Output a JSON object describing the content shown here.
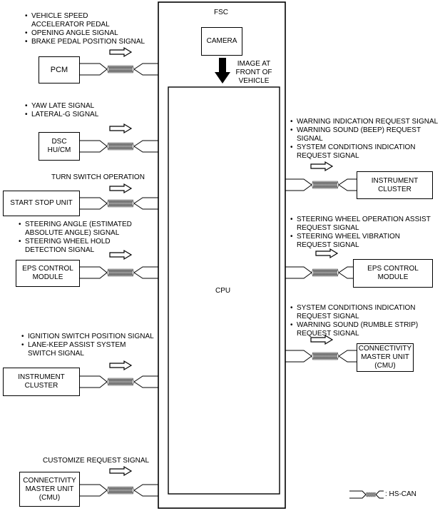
{
  "fsc": {
    "title": "FSC",
    "camera": "CAMERA",
    "image_note": "IMAGE AT\nFRONT OF\nVEHICLE",
    "cpu": "CPU"
  },
  "left_modules": [
    {
      "label": "PCM",
      "signals": [
        "VEHICLE SPEED\nACCELERATOR PEDAL",
        "OPENING ANGLE SIGNAL",
        "BRAKE PEDAL POSITION SIGNAL"
      ]
    },
    {
      "label": "DSC\nHU/CM",
      "signals": [
        "YAW LATE SIGNAL",
        "LATERAL-G SIGNAL"
      ]
    },
    {
      "label": "START STOP UNIT",
      "signal_text": "TURN SWITCH OPERATION"
    },
    {
      "label": "EPS CONTROL\nMODULE",
      "signals": [
        "STEERING ANGLE (ESTIMATED\nABSOLUTE ANGLE) SIGNAL",
        "STEERING WHEEL HOLD\nDETECTION SIGNAL"
      ]
    },
    {
      "label": "INSTRUMENT\nCLUSTER",
      "signals": [
        "IGNITION SWITCH POSITION SIGNAL",
        "LANE-KEEP ASSIST SYSTEM\nSWITCH SIGNAL"
      ]
    },
    {
      "label": "CONNECTIVITY\nMASTER UNIT\n(CMU)",
      "signal_text": "CUSTOMIZE REQUEST SIGNAL"
    }
  ],
  "right_modules": [
    {
      "label": "INSTRUMENT\nCLUSTER",
      "signals": [
        "WARNING INDICATION REQUEST SIGNAL",
        "WARNING SOUND (BEEP) REQUEST\nSIGNAL",
        "SYSTEM CONDITIONS INDICATION\nREQUEST SIGNAL"
      ]
    },
    {
      "label": "EPS CONTROL\nMODULE",
      "signals": [
        "STEERING WHEEL OPERATION ASSIST\nREQUEST SIGNAL",
        "STEERING WHEEL VIBRATION\nREQUEST SIGNAL"
      ]
    },
    {
      "label": "CONNECTIVITY\nMASTER UNIT\n(CMU)",
      "signals": [
        "SYSTEM CONDITIONS INDICATION\nREQUEST SIGNAL",
        "WARNING SOUND (RUMBLE STRIP)\nREQUEST SIGNAL"
      ]
    }
  ],
  "legend": {
    "label": ": HS-CAN"
  }
}
